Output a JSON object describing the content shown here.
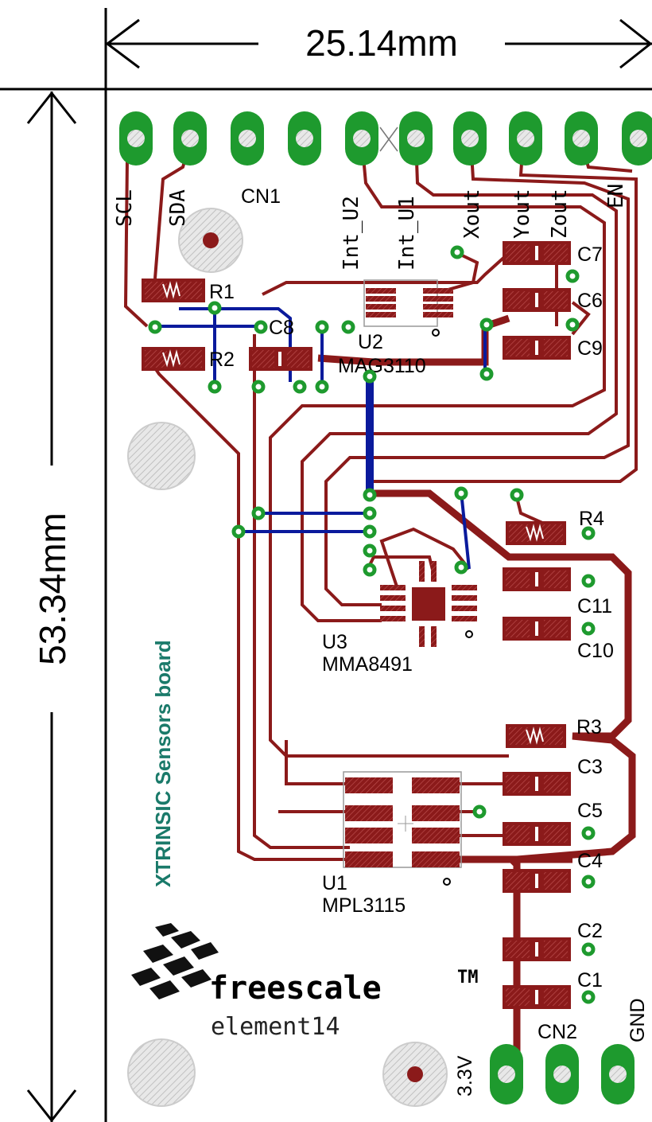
{
  "dimensions": {
    "width": "25.14mm",
    "height": "53.34mm"
  },
  "board_title": "XTRINSIC Sensors board",
  "connectors": {
    "cn1": "CN1",
    "cn2": "CN2",
    "cn1_pins": [
      "SCL",
      "SDA",
      "Int_U2",
      "Int_U1",
      "Xout",
      "Yout",
      "Zout",
      "EN"
    ],
    "cn2_pins": [
      "3.3V",
      "GND"
    ]
  },
  "chips": {
    "u2": {
      "ref": "U2",
      "part": "MAG3110"
    },
    "u3": {
      "ref": "U3",
      "part": "MMA8491"
    },
    "u1": {
      "ref": "U1",
      "part": "MPL3115"
    }
  },
  "components": {
    "resistors": [
      "R1",
      "R2",
      "R3",
      "R4"
    ],
    "capacitors": [
      "C1",
      "C2",
      "C3",
      "C4",
      "C5",
      "C6",
      "C7",
      "C8",
      "C9",
      "C10",
      "C11"
    ]
  },
  "branding": {
    "brand": "freescale",
    "trademark": "TM",
    "sub": "element14"
  },
  "colors": {
    "copper": "#8b1a1a",
    "pad_green": "#1e9a2e",
    "via_blue": "#0a1a9c",
    "title_teal": "#1a7a6a"
  }
}
